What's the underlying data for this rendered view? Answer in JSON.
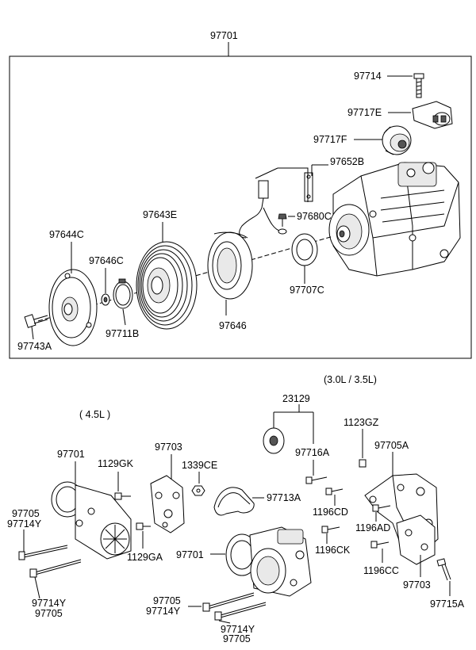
{
  "top_assembly": {
    "main": "97701",
    "parts": {
      "p97714": "97714",
      "p97717E": "97717E",
      "p97717F": "97717F",
      "p97652B": "97652B",
      "p97680C": "97680C",
      "p97643E": "97643E",
      "p97644C": "97644C",
      "p97646C": "97646C",
      "p97707C": "97707C",
      "p97711B": "97711B",
      "p97646": "97646",
      "p97743A": "97743A"
    }
  },
  "left_variant": {
    "engine": "( 4.5L )",
    "parts": {
      "p97701": "97701",
      "p1129GK": "1129GK",
      "p97703": "97703",
      "p1339CE": "1339CE",
      "p97705_a": "97705",
      "p97714Y_a": "97714Y",
      "p1129GA": "1129GA",
      "p97714Y_b": "97714Y",
      "p97705_b": "97705"
    }
  },
  "shared": {
    "p97713A": "97713A",
    "p97701": "97701",
    "p97705_c": "97705",
    "p97714Y_c": "97714Y",
    "p97714Y_d": "97714Y",
    "p97705_d": "97705"
  },
  "right_variant": {
    "engine": "(3.0L / 3.5L)",
    "parts": {
      "p23129": "23129",
      "p1123GZ": "1123GZ",
      "p97716A": "97716A",
      "p97705A": "97705A",
      "p1196CD": "1196CD",
      "p1196AD": "1196AD",
      "p1196CK": "1196CK",
      "p1196CC": "1196CC",
      "p97703": "97703",
      "p97715A": "97715A"
    }
  }
}
